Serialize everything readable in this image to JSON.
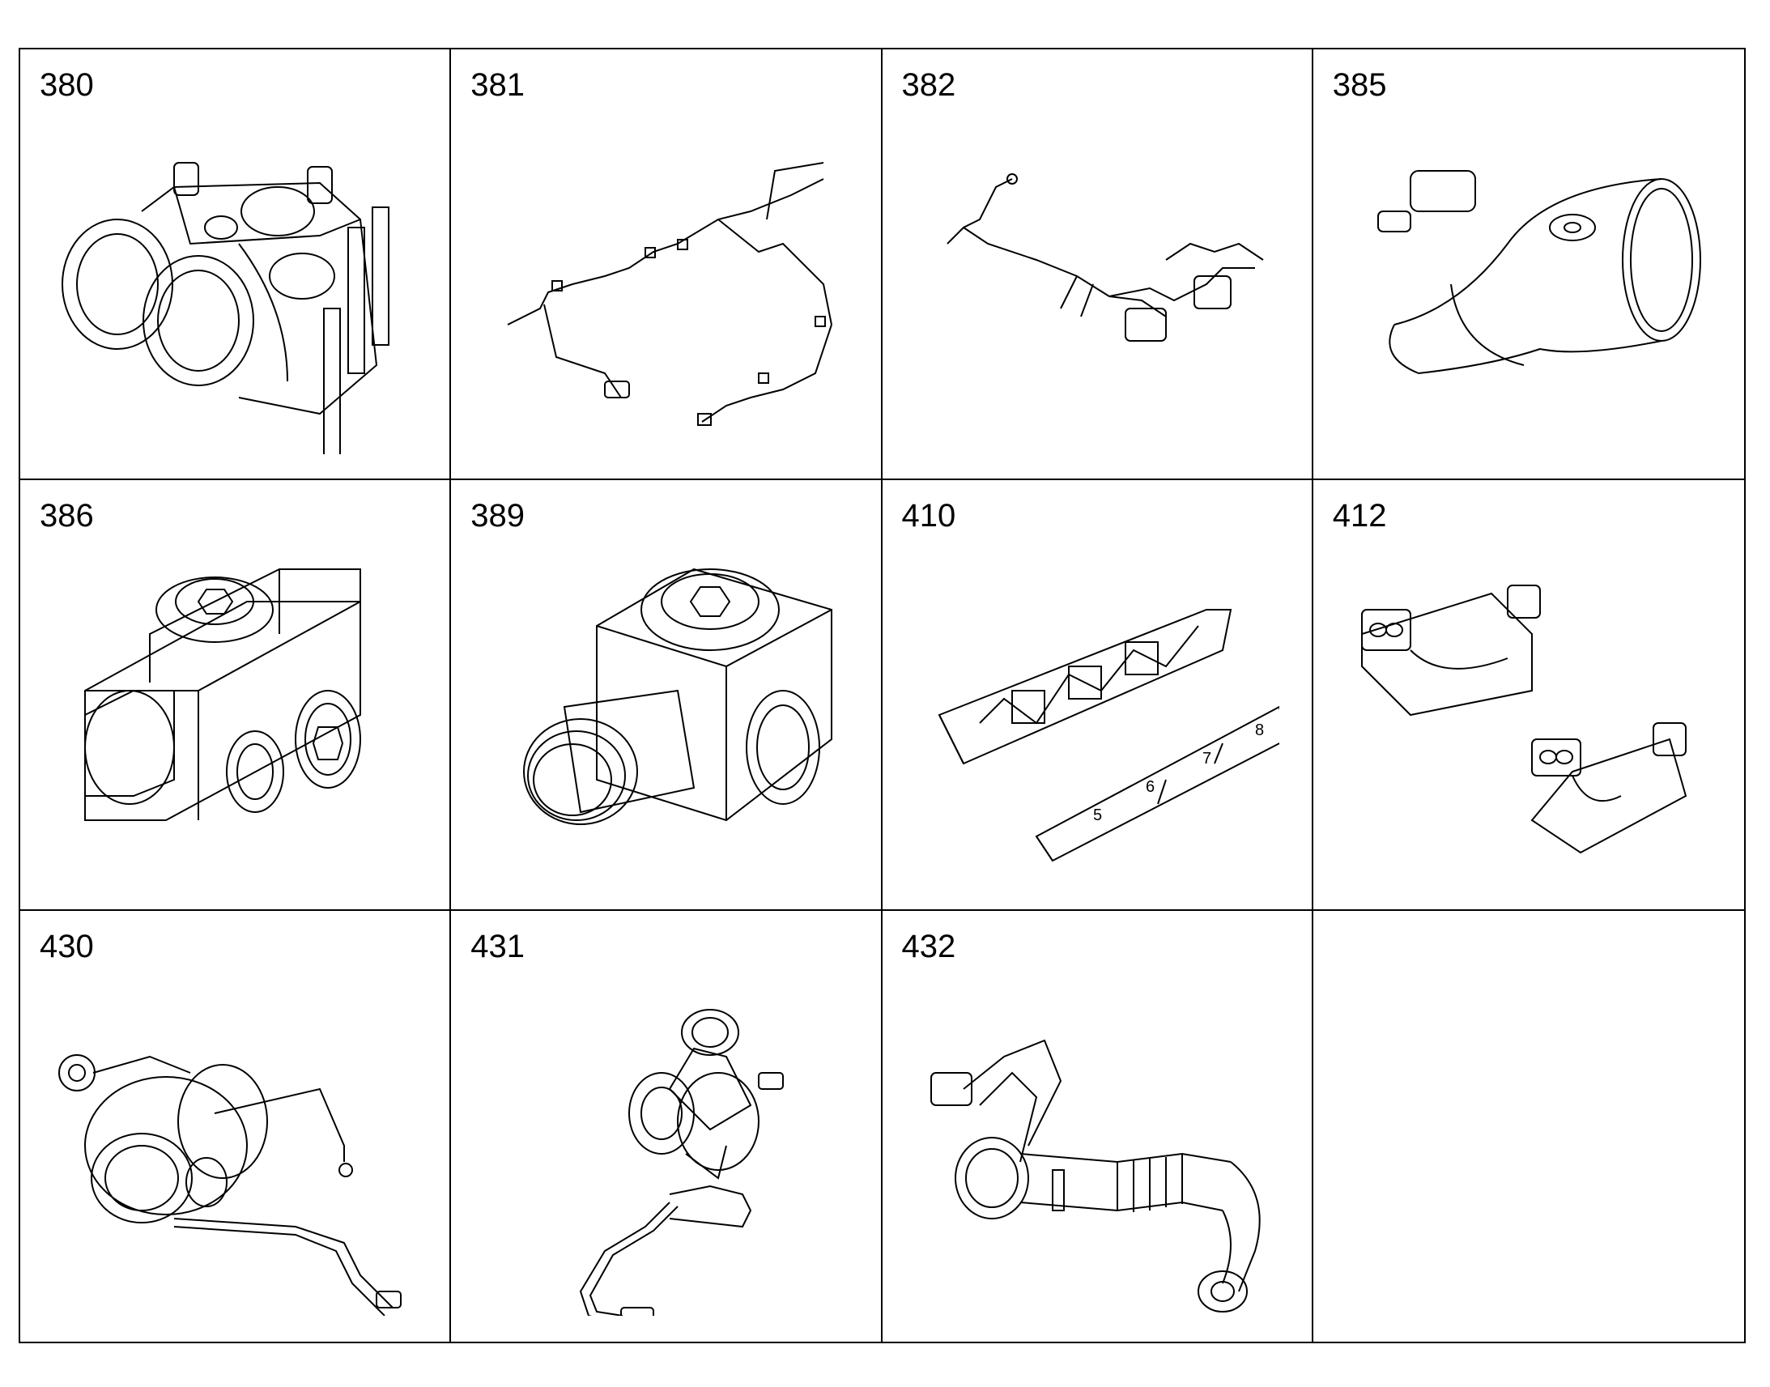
{
  "parts": [
    {
      "number": "380",
      "icon": "thermostat-housing-icon"
    },
    {
      "number": "381",
      "icon": "wiring-harness-icon"
    },
    {
      "number": "382",
      "icon": "sensor-harness-icon"
    },
    {
      "number": "385",
      "icon": "elbow-pipe-icon"
    },
    {
      "number": "386",
      "icon": "valve-block-icon"
    },
    {
      "number": "389",
      "icon": "fitting-block-icon"
    },
    {
      "number": "410",
      "icon": "heat-shield-icon"
    },
    {
      "number": "412",
      "icon": "exhaust-manifold-icon"
    },
    {
      "number": "430",
      "icon": "turbocharger-icon"
    },
    {
      "number": "431",
      "icon": "turbocharger-line-icon"
    },
    {
      "number": "432",
      "icon": "exhaust-pipe-assembly-icon"
    }
  ]
}
